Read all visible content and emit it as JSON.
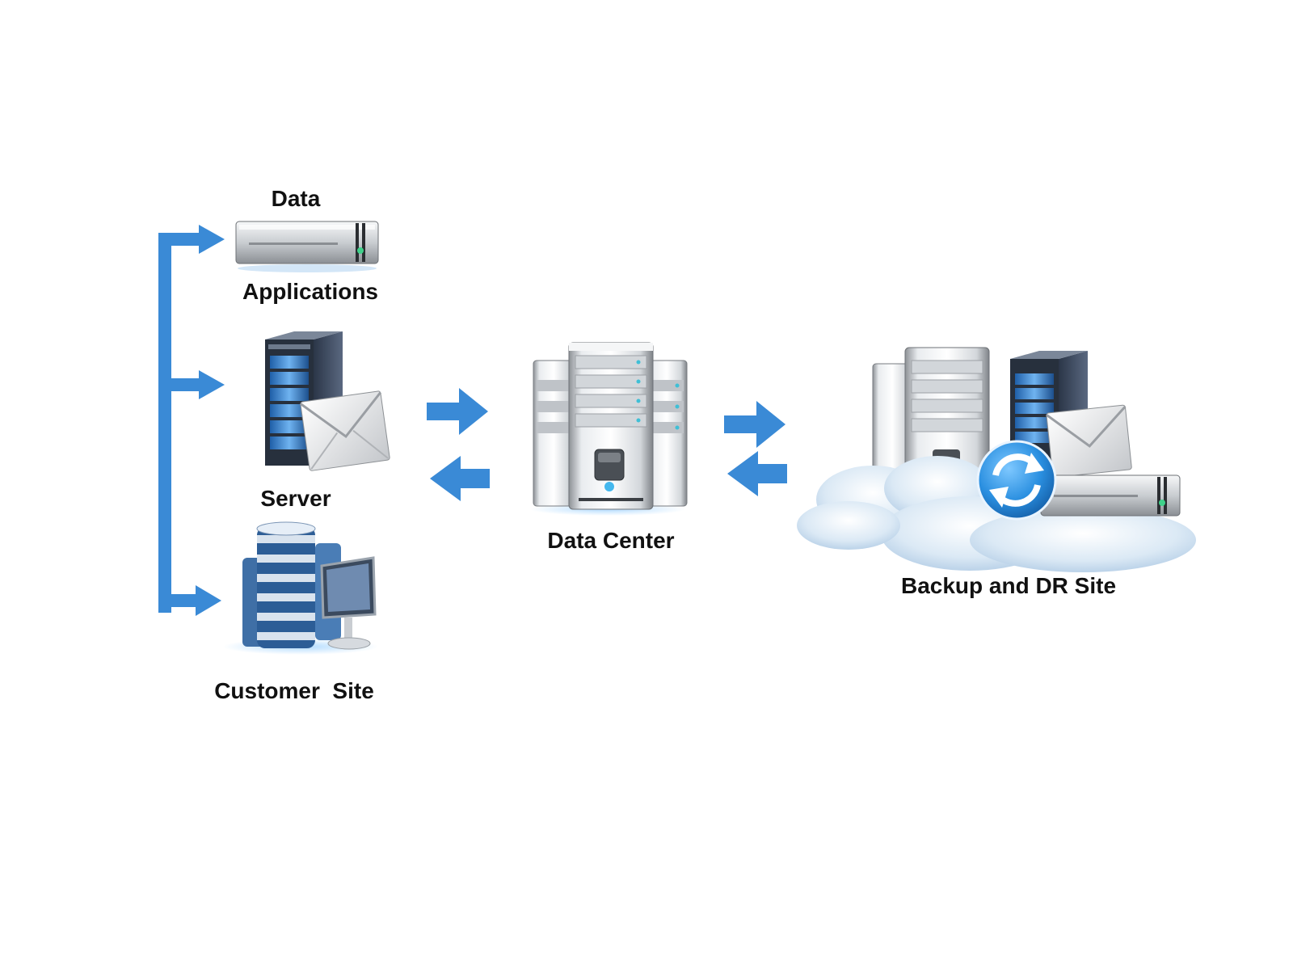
{
  "labels": {
    "data": "Data",
    "applications": "Applications",
    "server": "Server",
    "customer_site": "Customer  Site",
    "data_center": "Data Center",
    "backup_site": "Backup and DR Site"
  },
  "icons": {
    "rack_unit": "rack-server-icon",
    "mail_server": "mail-server-icon",
    "customer_cluster": "server-cluster-monitor-icon",
    "data_center": "data-center-servers-icon",
    "backup_cloud": "cloud-backup-icon",
    "sync": "sync-icon"
  },
  "colors": {
    "arrow": "#3a8ad6",
    "text": "#111111",
    "cloud": "#cfe3f2",
    "sync_badge": "#2a8fe0"
  }
}
